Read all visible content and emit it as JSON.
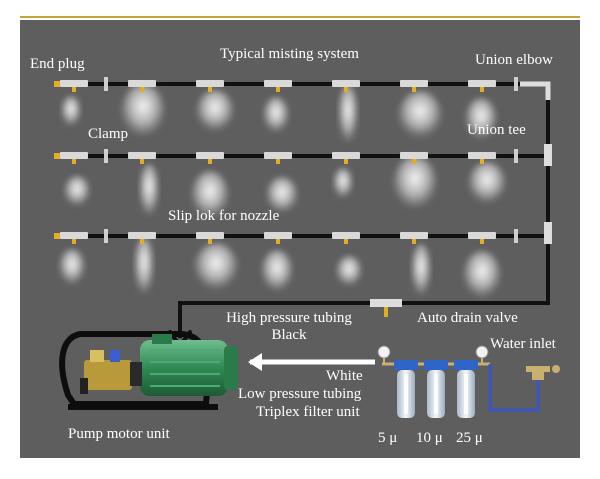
{
  "diagram": {
    "title": "Typical misting system",
    "labels": {
      "end_plug": "End plug",
      "union_elbow": "Union elbow",
      "clamp": "Clamp",
      "union_tee": "Union tee",
      "slip_lok": "Slip lok for nozzle",
      "hp_tubing_line1": "High pressure tubing",
      "hp_tubing_line2": "Black",
      "auto_drain": "Auto drain valve",
      "water_inlet": "Water inlet",
      "white": "White",
      "lp_tubing": "Low pressure tubing",
      "triplex": "Triplex filter unit",
      "pump_motor": "Pump motor unit",
      "filter_5": "5 μ",
      "filter_10": "10 μ",
      "filter_25": "25 μ"
    }
  },
  "colors": {
    "panel_bg": "#5e5e5e",
    "top_rule": "#c9a23a",
    "tubing": "#111111",
    "nozzle": "#d9d9d9",
    "mist": "#ffffff",
    "filter_cap": "#2f64c8",
    "inlet_pipe": "#3b55c9",
    "motor": "#2f8a55"
  }
}
